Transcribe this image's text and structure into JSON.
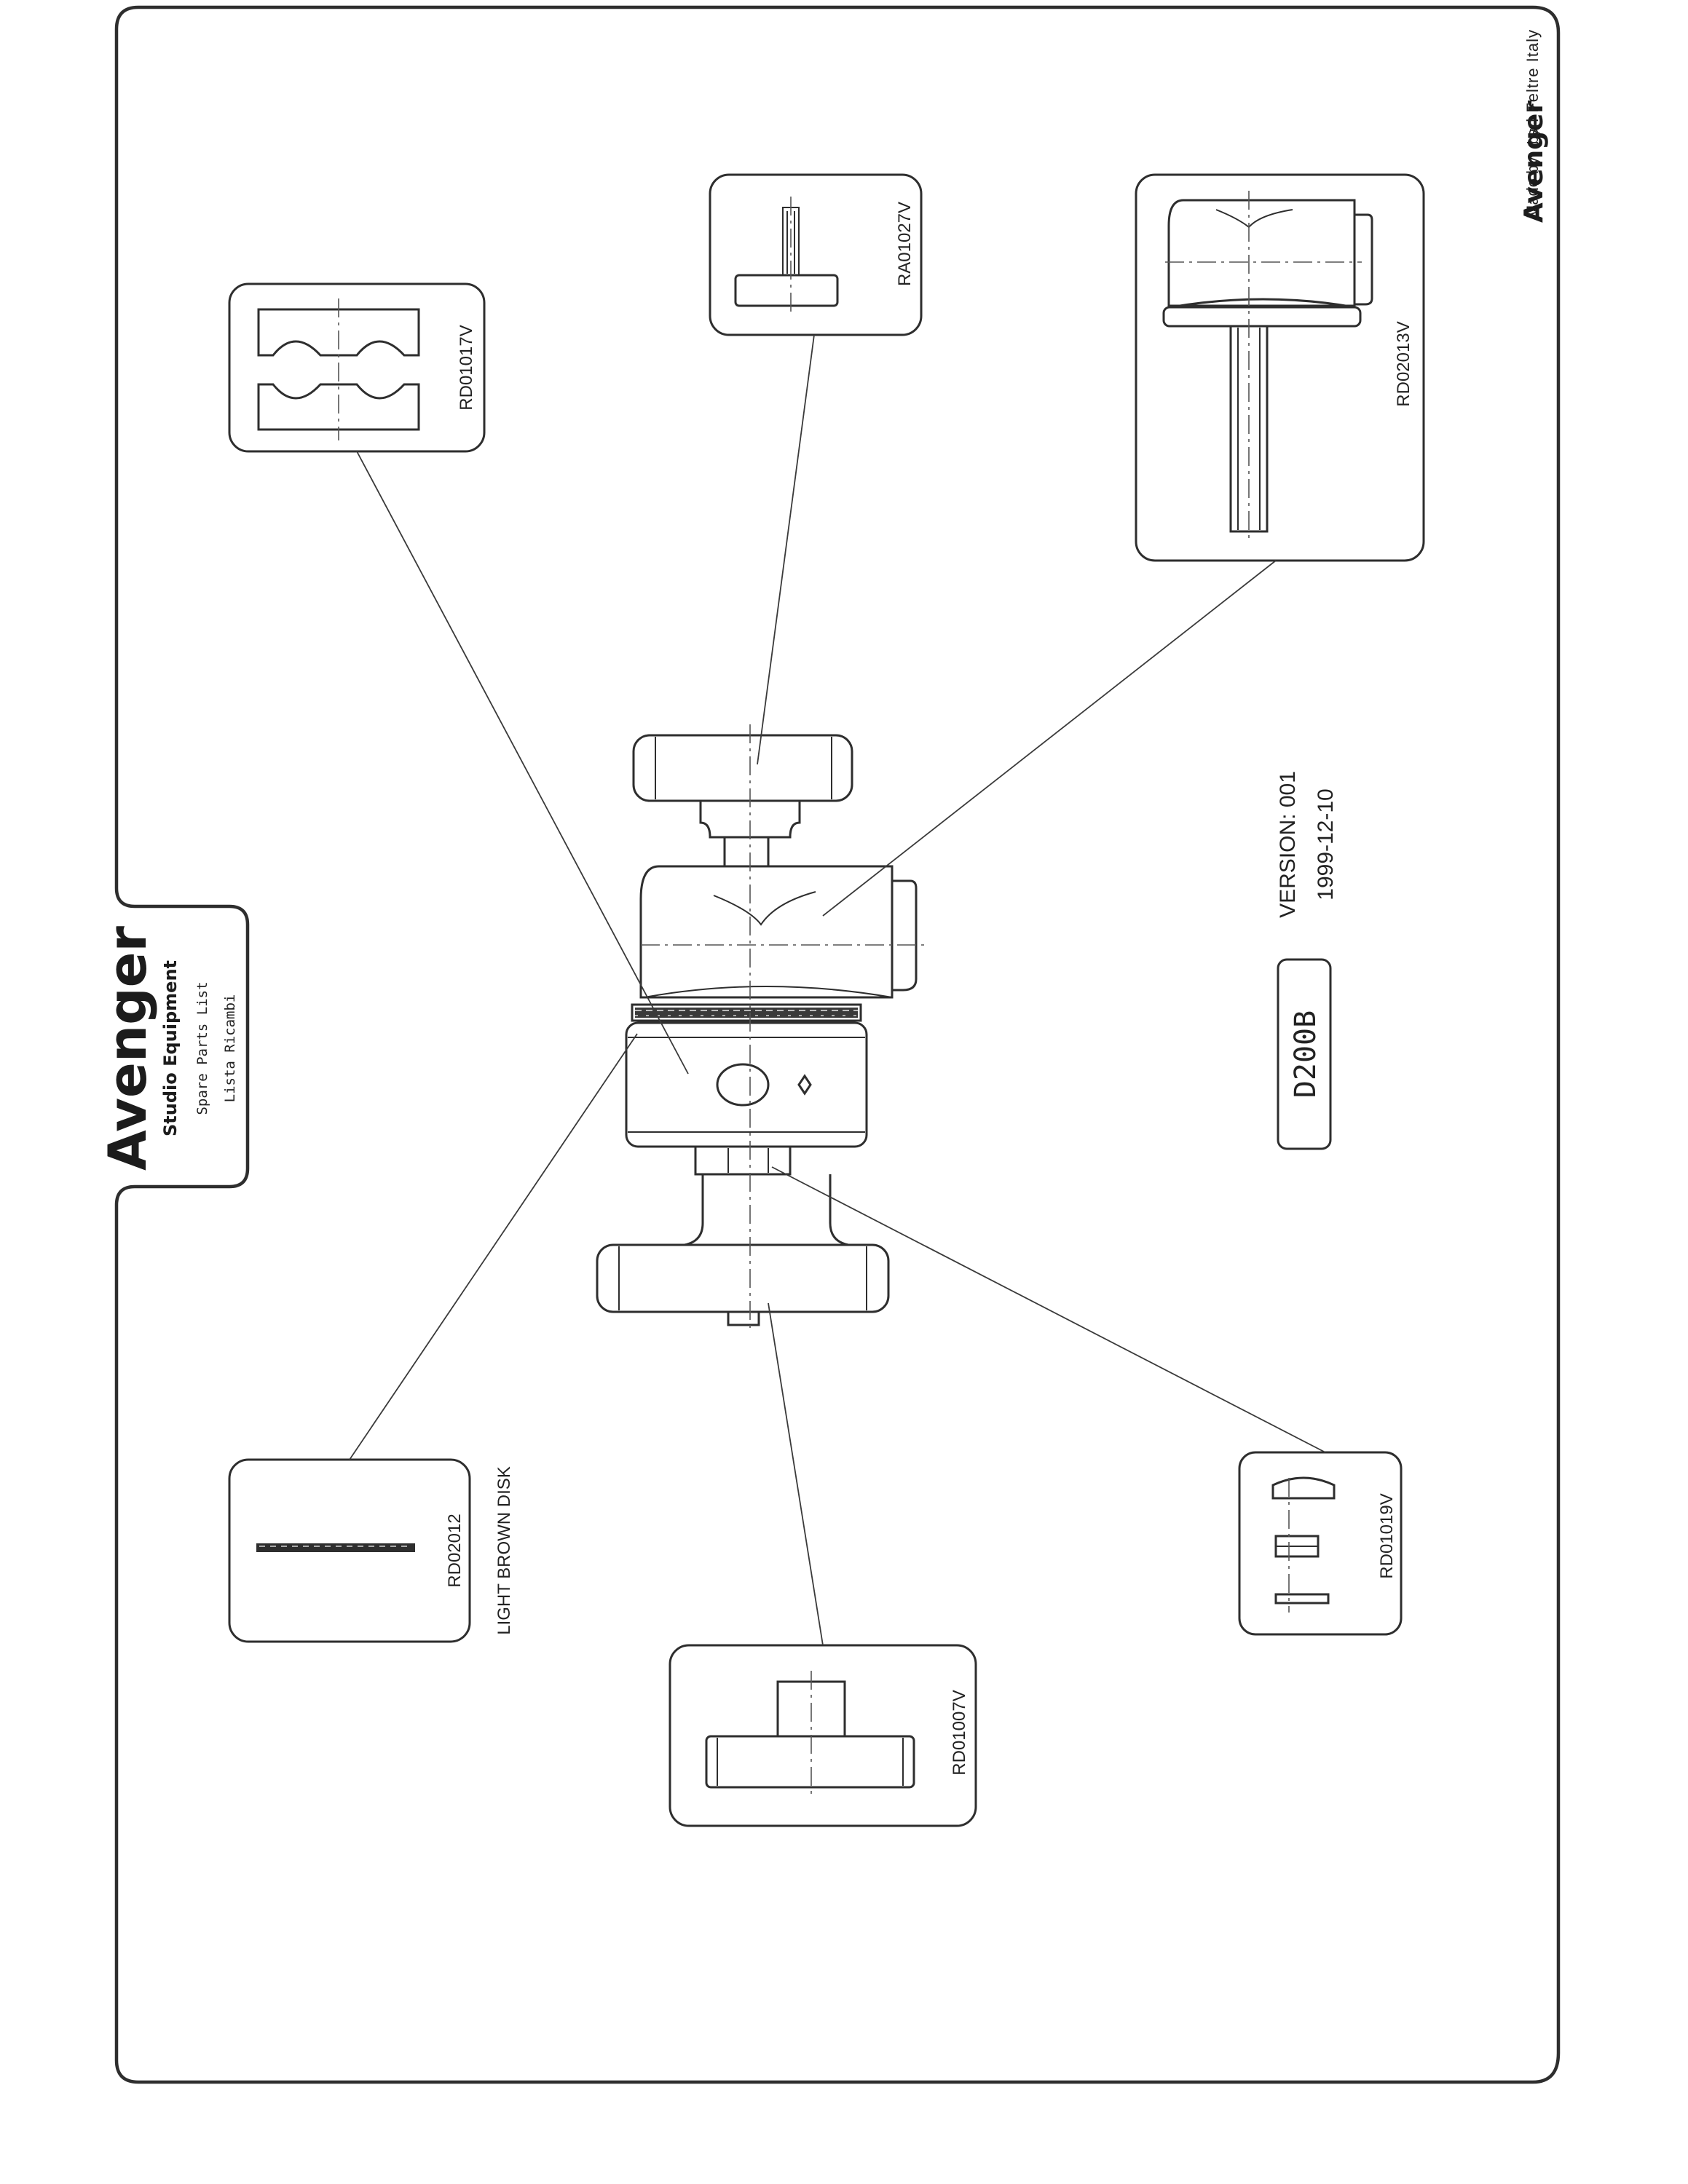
{
  "title_block": {
    "brand": "Avenger",
    "subtitle": "Studio Equipment",
    "line1": "Spare Parts List",
    "line2": "Lista Ricambi"
  },
  "footer": {
    "made_by": "Made by",
    "brand": "Avenger",
    "suffix": "srl Feltre Italy"
  },
  "model": {
    "code": "D200B",
    "version": "VERSION: 001",
    "date": "1999-12-10"
  },
  "parts": [
    {
      "code": "RD01017V",
      "note": ""
    },
    {
      "code": "RA01027V",
      "note": ""
    },
    {
      "code": "RD02013V",
      "note": ""
    },
    {
      "code": "RD02012",
      "note": "LIGHT BROWN DISK"
    },
    {
      "code": "RD01007V",
      "note": ""
    },
    {
      "code": "RD01019V",
      "note": ""
    }
  ]
}
